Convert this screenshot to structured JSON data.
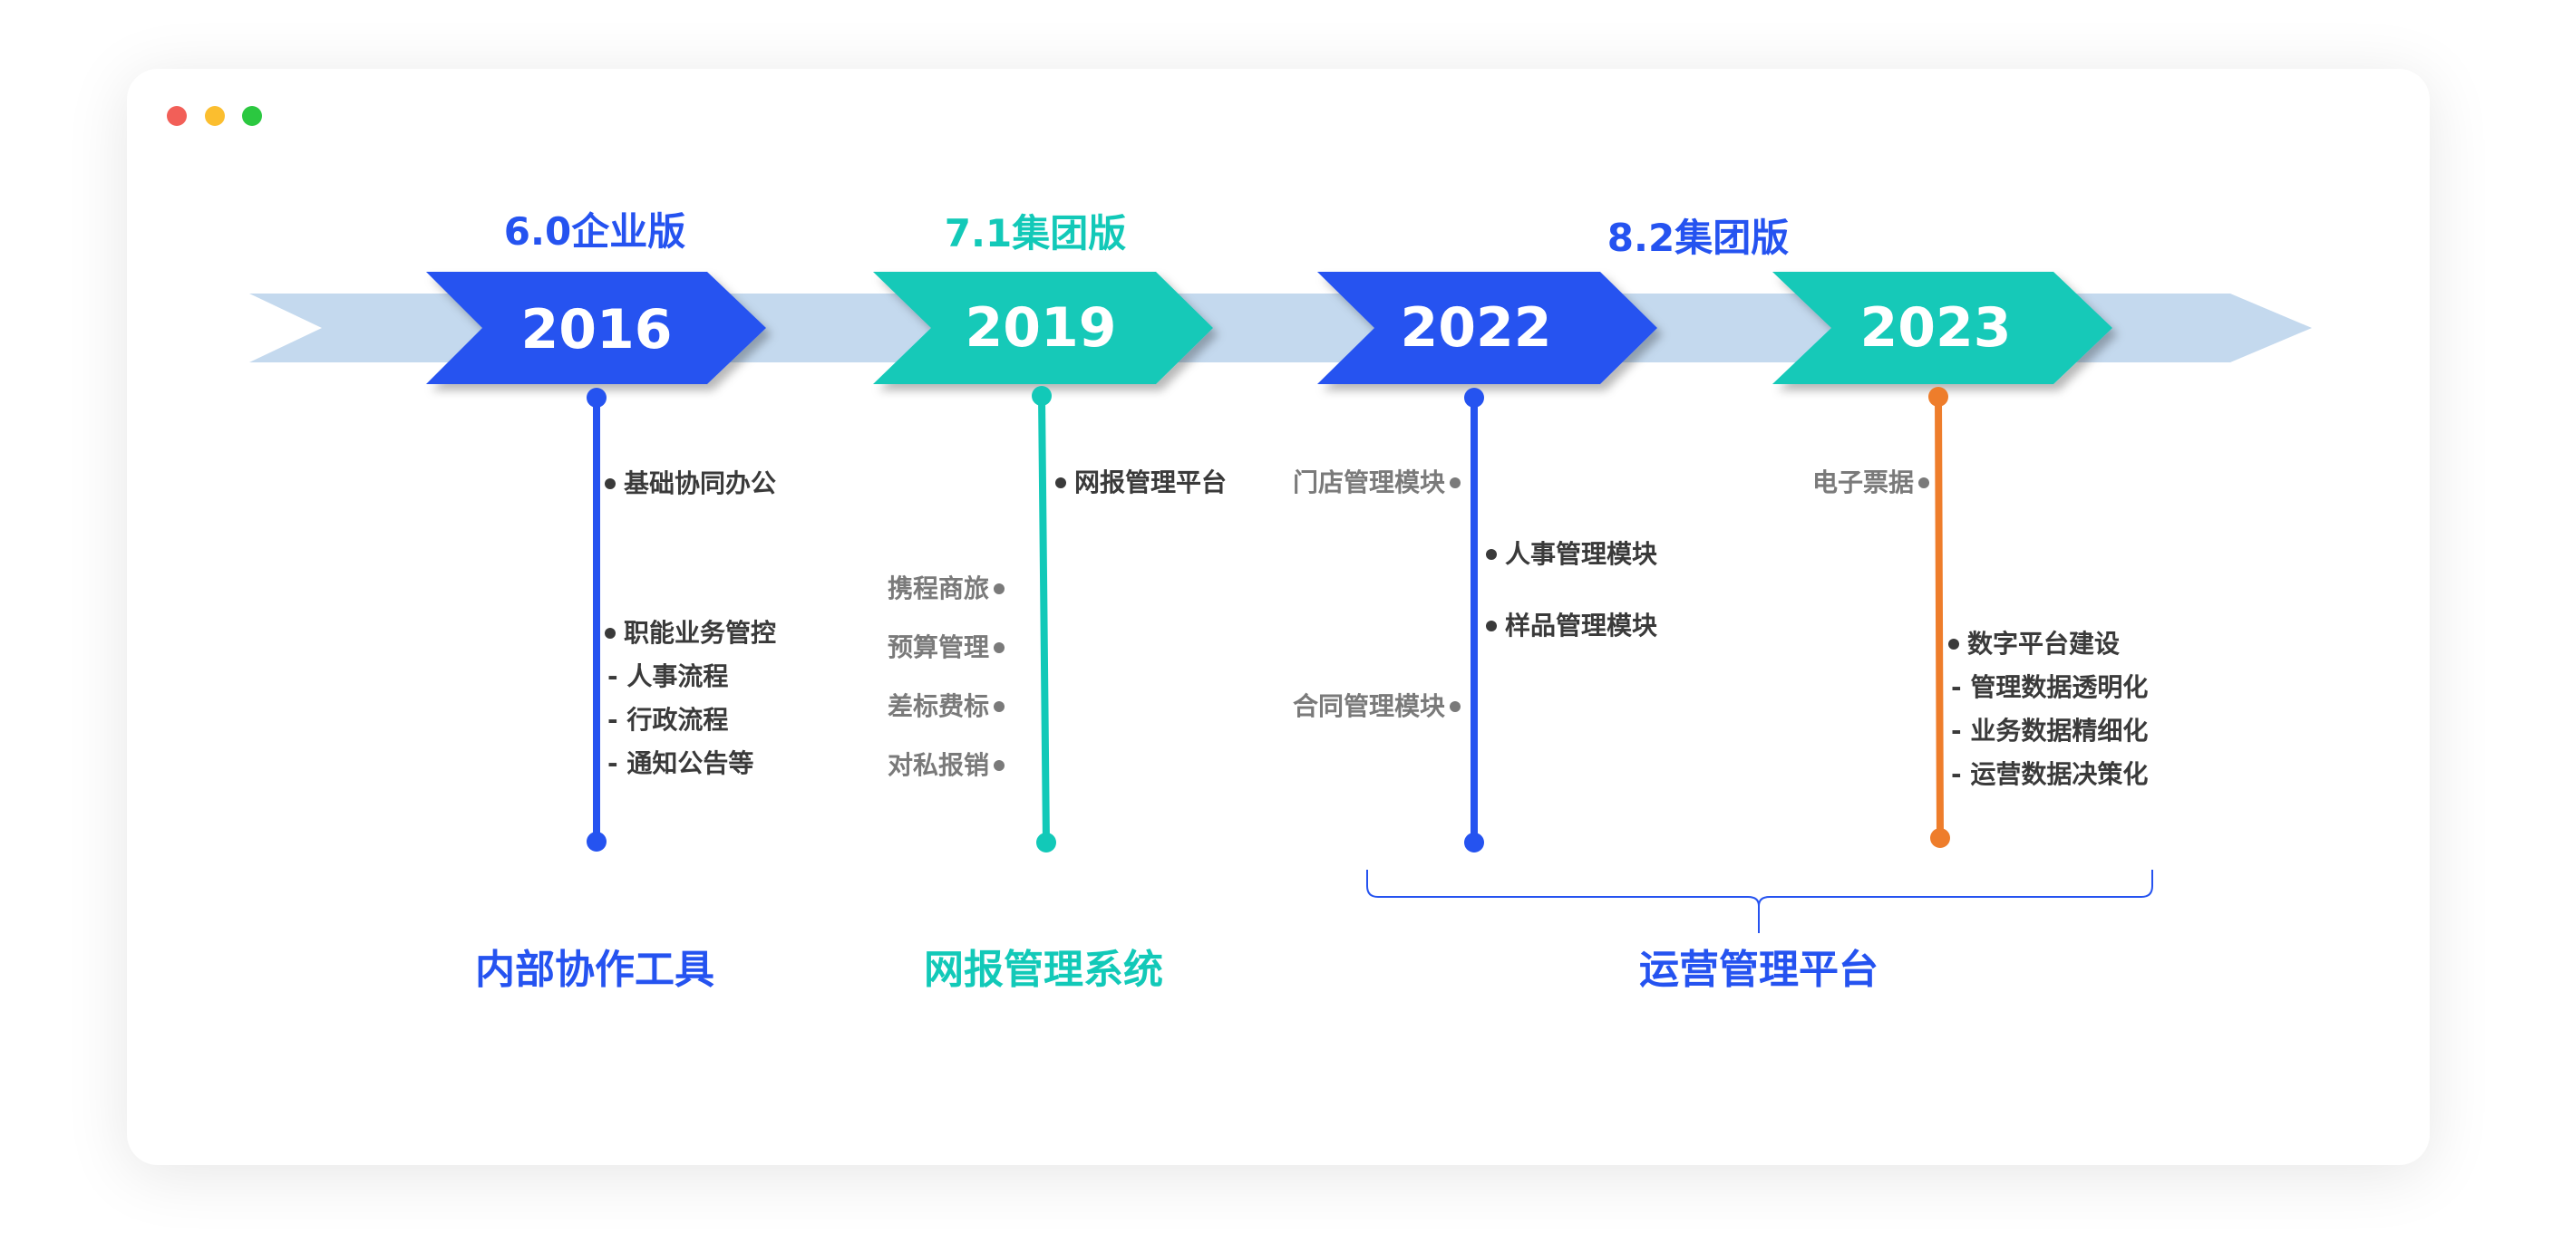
{
  "window": {
    "dots": [
      "close-dot",
      "minimize-dot",
      "maximize-dot"
    ]
  },
  "colors": {
    "blue": "#2553f0",
    "teal": "#12c9b8",
    "orange": "#ee7d2b",
    "band": "#c4d9ee",
    "text": "#3a3a3a",
    "grey": "#7a7a7a"
  },
  "versions": {
    "v6": "6.0企业版",
    "v71": "7.1集团版",
    "v82": "8.2集团版"
  },
  "years": {
    "y2016": "2016",
    "y2019": "2019",
    "y2022": "2022",
    "y2023": "2023"
  },
  "col2016": {
    "item1": "基础协同办公",
    "item2": "职能业务管控",
    "sub1": "- 人事流程",
    "sub2": "- 行政流程",
    "sub3": "- 通知公告等"
  },
  "col2019": {
    "main": "网报管理平台",
    "left1": "携程商旅",
    "left2": "预算管理",
    "left3": "差标费标",
    "left4": "对私报销"
  },
  "col2022": {
    "left1": "门店管理模块",
    "left2": "合同管理模块",
    "right1": "人事管理模块",
    "right2": "样品管理模块"
  },
  "col2023": {
    "left1": "电子票据",
    "main": "数字平台建设",
    "sub1": "- 管理数据透明化",
    "sub2": "- 业务数据精细化",
    "sub3": "- 运营数据决策化"
  },
  "categories": {
    "c1": "内部协作工具",
    "c2": "网报管理系统",
    "c3": "运营管理平台"
  }
}
